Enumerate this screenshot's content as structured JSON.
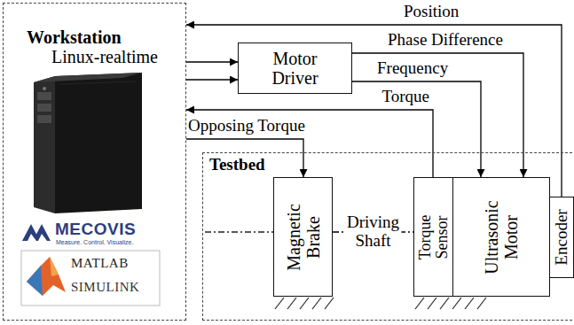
{
  "diagram": {
    "nodes": [
      {
        "text": [
          "Workstation",
          "Linux-realtime"
        ]
      },
      {
        "text": [
          "Motor Driver"
        ]
      },
      {
        "text": [
          "Testbed"
        ]
      },
      {
        "text": [
          "Magnetic Brake"
        ],
        "in": 2
      },
      {
        "text": [
          "Torque Sensor"
        ],
        "in": 2
      },
      {
        "text": [
          "Ultrasonic Motor"
        ],
        "in": 2
      },
      {
        "text": [
          "Encoder"
        ],
        "in": 2
      }
    ],
    "edges": [
      {
        "from": 6,
        "to": 0,
        "label": "Position",
        "arrow": "to"
      },
      {
        "from": 0,
        "to": 1,
        "arrow": "to"
      },
      {
        "from": 0,
        "to": 1,
        "arrow": "to"
      },
      {
        "from": 1,
        "to": 5,
        "label": "Phase Difference",
        "arrow": "to"
      },
      {
        "from": 1,
        "to": 5,
        "label": "Frequency",
        "arrow": "to"
      },
      {
        "from": 4,
        "to": 0,
        "label": "Torque",
        "arrow": "to"
      },
      {
        "from": 0,
        "to": 3,
        "label": "Opposing Torque",
        "arrow": "to"
      },
      {
        "from": 3,
        "to": 4,
        "label": "Driving Shaft",
        "arrow": "none"
      }
    ],
    "labels": [
      "MECOVIS",
      "Measure. Control. Visualize.",
      "MATLAB",
      "SIMULINK"
    ]
  }
}
